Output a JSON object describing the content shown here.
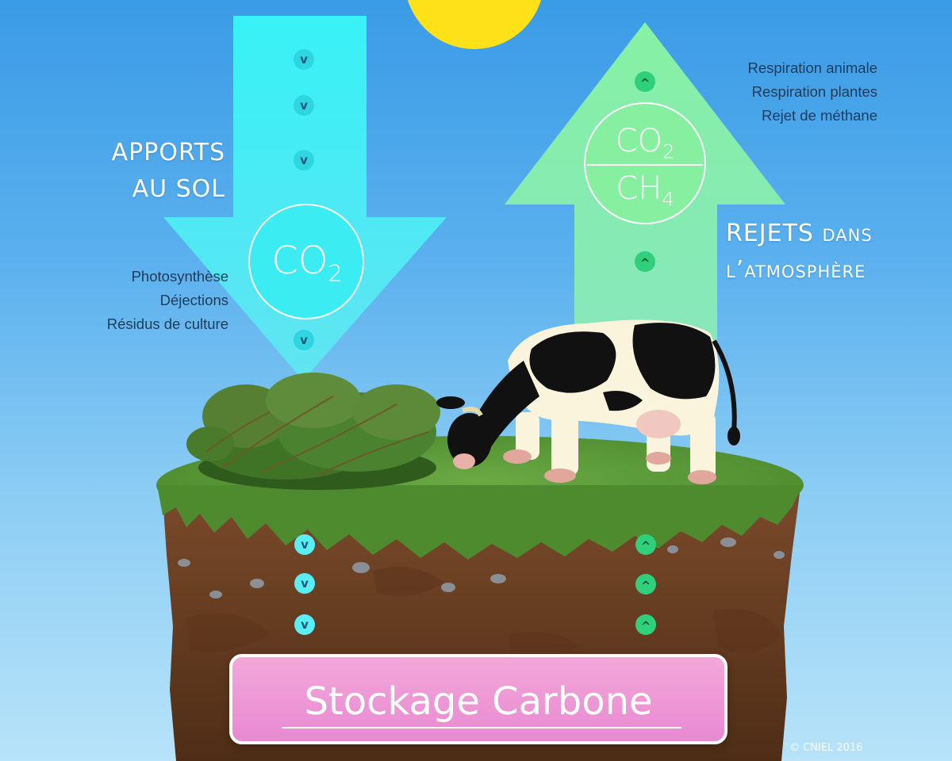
{
  "inputs": {
    "heading_line1": "APPORTS",
    "heading_line2": "AU SOL",
    "gas": "CO",
    "gas_sub": "2",
    "processes": [
      "Photosynthèse",
      "Déjections",
      "Résidus de culture"
    ],
    "chevron": "v"
  },
  "outputs": {
    "heading_line1": "REJETS dans",
    "heading_line2": "l’atmosphère",
    "gas1": "CO",
    "gas1_sub": "2",
    "gas2": "CH",
    "gas2_sub": "4",
    "processes": [
      "Respiration animale",
      "Respiration plantes",
      "Rejet de méthane"
    ],
    "chevron": "^"
  },
  "storage": {
    "label": "Stockage Carbone"
  },
  "credit": "© CNIEL 2016",
  "colors": {
    "down_arrow": "#3ff0f5",
    "up_arrow": "#7ff0a8",
    "storage_box": "#ec92d5",
    "grass": "#5a9a3a",
    "soil": "#6e4326",
    "sun": "#ffe11a"
  }
}
